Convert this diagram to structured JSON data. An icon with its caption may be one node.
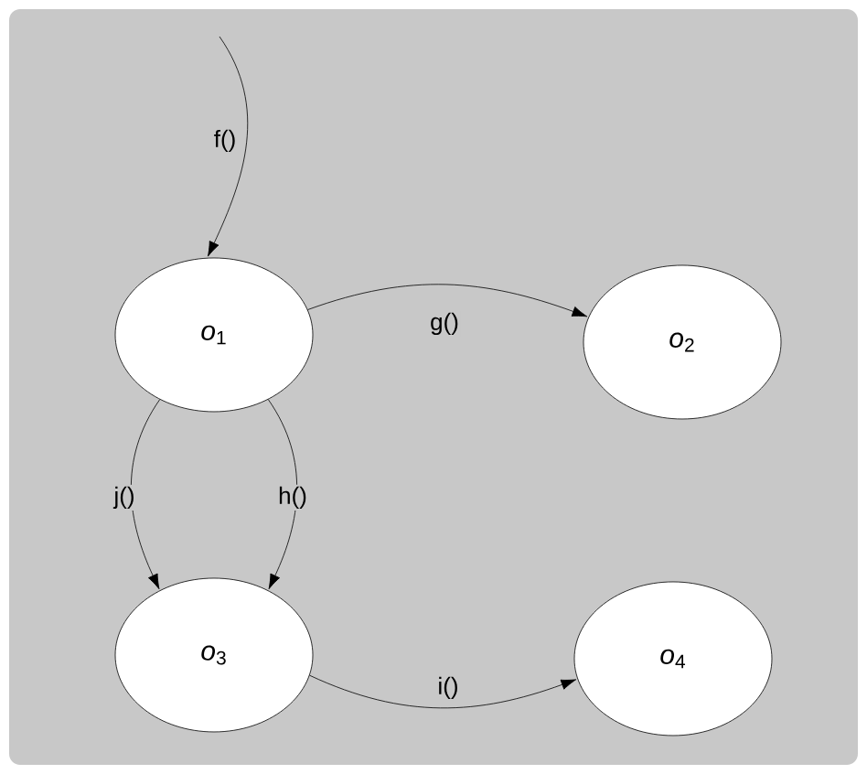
{
  "diagram": {
    "nodes": [
      {
        "text": [
          "*o*$_{1}$"
        ]
      },
      {
        "text": [
          "*o*$_{2}$"
        ]
      },
      {
        "text": [
          "*o*$_{3}$"
        ]
      },
      {
        "text": [
          "*o*$_{4}$"
        ]
      }
    ],
    "edges": [
      {
        "from": null,
        "to": 0,
        "label": "f()",
        "arrow": "to"
      },
      {
        "from": 0,
        "to": 1,
        "label": "g()",
        "arrow": "to"
      },
      {
        "from": 0,
        "to": 2,
        "label": "h()",
        "arrow": "to"
      },
      {
        "from": 0,
        "to": 2,
        "label": "j()",
        "arrow": "to"
      },
      {
        "from": 2,
        "to": 3,
        "label": "i()",
        "arrow": "to"
      }
    ]
  }
}
